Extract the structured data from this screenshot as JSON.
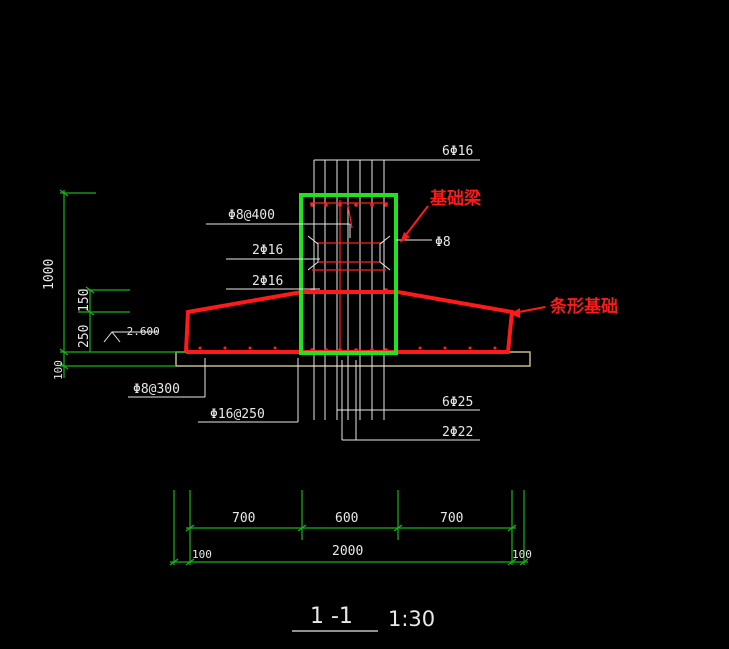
{
  "drawing": {
    "bar_labels": {
      "top_bars": "6Φ16",
      "stirrup_spacing": "Φ8@400",
      "bar_row_1": "2Φ16",
      "bar_row_2": "2Φ16",
      "tie_bar": "Φ8",
      "base_dist_bar": "Φ8@300",
      "base_main_bar": "Φ16@250",
      "bottom_bars_1": "6Φ25",
      "bottom_bars_2": "2Φ22"
    },
    "elevation": "-2.600",
    "callouts": {
      "beam": "基础梁",
      "strip_footing": "条形基础"
    },
    "vertical_dims": {
      "total": "1000",
      "upper": "150",
      "lower": "250",
      "bed": "100"
    },
    "horizontal_dims": {
      "left": "700",
      "middle": "600",
      "right": "700",
      "overall": "2000",
      "left_ext": "100",
      "right_ext": "100"
    },
    "title": {
      "section": "1 -1",
      "scale": "1:30"
    },
    "colors": {
      "background": "#000000",
      "line_white": "#e8e8e8",
      "dim_green": "#19b319",
      "highlight_green": "#22e022",
      "highlight_red": "#ff1a1a",
      "bar_red": "#ff2020",
      "bedding": "#c8b890"
    }
  }
}
